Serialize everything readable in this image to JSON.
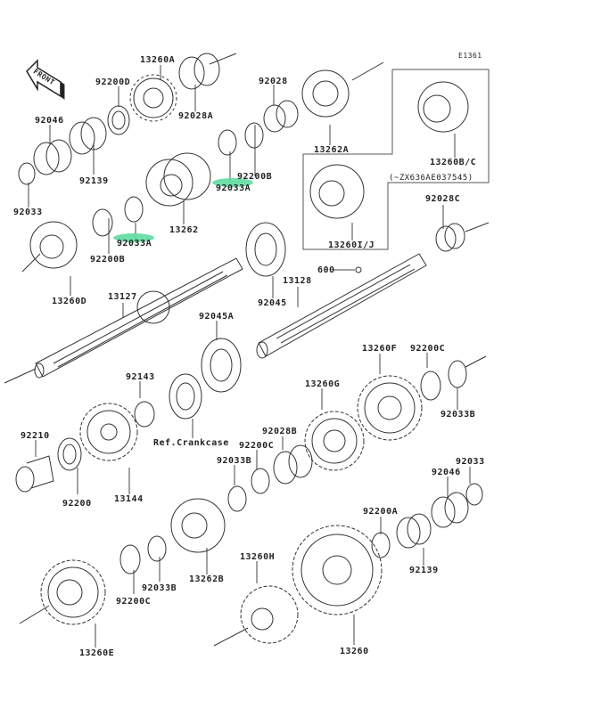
{
  "diagram": {
    "id": "E1361",
    "title": "Transmission exploded view",
    "front_marker": "FRONT",
    "highlight_color": "#5fdca0",
    "inset_note": "(~ZX636AE037545)",
    "parts": [
      {
        "key": "p13260A",
        "label": "13260A"
      },
      {
        "key": "p92200D",
        "label": "92200D"
      },
      {
        "key": "p92028A",
        "label": "92028A"
      },
      {
        "key": "p92028",
        "label": "92028"
      },
      {
        "key": "p92046_top",
        "label": "92046"
      },
      {
        "key": "p92139_top",
        "label": "92139"
      },
      {
        "key": "p92033_top",
        "label": "92033"
      },
      {
        "key": "p13262",
        "label": "13262"
      },
      {
        "key": "p92033A_upper",
        "label": "92033A",
        "highlighted": true
      },
      {
        "key": "p92200B_upper",
        "label": "92200B"
      },
      {
        "key": "p92033A_lower",
        "label": "92033A",
        "highlighted": true
      },
      {
        "key": "p92200B_lower",
        "label": "92200B"
      },
      {
        "key": "p13262A",
        "label": "13262A"
      },
      {
        "key": "p13260BC",
        "label": "13260B/C"
      },
      {
        "key": "p13260IJ",
        "label": "13260I/J"
      },
      {
        "key": "p92028C",
        "label": "92028C"
      },
      {
        "key": "p13260D",
        "label": "13260D"
      },
      {
        "key": "p13127",
        "label": "13127"
      },
      {
        "key": "p92045",
        "label": "92045"
      },
      {
        "key": "p13128",
        "label": "13128"
      },
      {
        "key": "p600",
        "label": "600"
      },
      {
        "key": "p92045A",
        "label": "92045A"
      },
      {
        "key": "p92143",
        "label": "92143"
      },
      {
        "key": "pRefCrankcase",
        "label": "Ref.Crankcase"
      },
      {
        "key": "p13260F",
        "label": "13260F"
      },
      {
        "key": "p92200C_right",
        "label": "92200C"
      },
      {
        "key": "p92033B_right",
        "label": "92033B"
      },
      {
        "key": "p13260G",
        "label": "13260G"
      },
      {
        "key": "p92210",
        "label": "92210"
      },
      {
        "key": "p92200",
        "label": "92200"
      },
      {
        "key": "p13144",
        "label": "13144"
      },
      {
        "key": "p92028B",
        "label": "92028B"
      },
      {
        "key": "p92200C_mid",
        "label": "92200C"
      },
      {
        "key": "p92033B_mid",
        "label": "92033B"
      },
      {
        "key": "p92033_bot",
        "label": "92033"
      },
      {
        "key": "p92046_bot",
        "label": "92046"
      },
      {
        "key": "p92200A",
        "label": "92200A"
      },
      {
        "key": "p92139_bot",
        "label": "92139"
      },
      {
        "key": "p13262B",
        "label": "13262B"
      },
      {
        "key": "p92033B_low",
        "label": "92033B"
      },
      {
        "key": "p92200C_low",
        "label": "92200C"
      },
      {
        "key": "p13260H",
        "label": "13260H"
      },
      {
        "key": "p13260E",
        "label": "13260E"
      },
      {
        "key": "p13260",
        "label": "13260"
      }
    ]
  }
}
